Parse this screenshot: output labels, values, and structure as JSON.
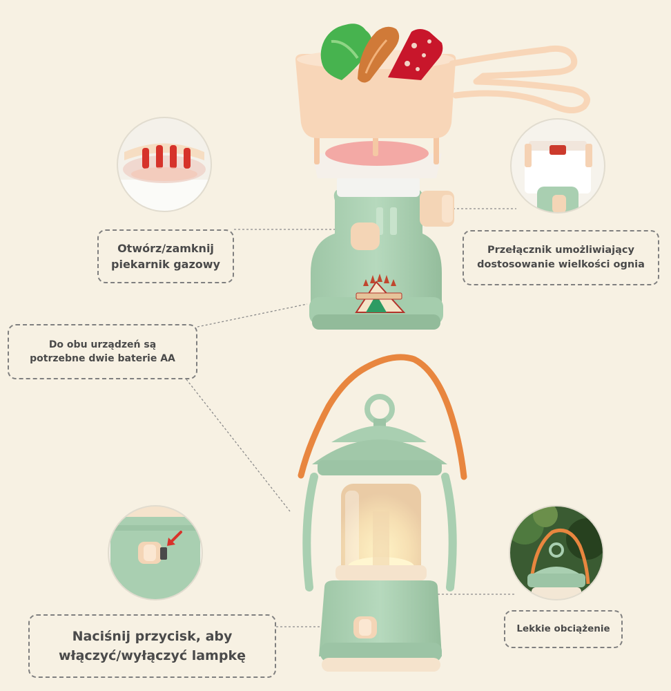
{
  "callouts": {
    "gas_stove": {
      "line1": "Otwórz/zamknij",
      "line2": "piekarnik gazowy"
    },
    "flame_switch": {
      "line1": "Przełącznik umożliwiający",
      "line2": "dostosowanie wielkości ognia"
    },
    "batteries": {
      "line1": "Do obu urządzeń są",
      "line2": "potrzebne dwie baterie AA"
    },
    "lamp_button": {
      "line1": "Naciśnij przycisk, aby",
      "line2": "włączyć/wyłączyć lampkę"
    },
    "light_weight": {
      "line1": "Lekkie obciążenie"
    }
  },
  "colors": {
    "background": "#f7f1e3",
    "product_green": "#a9cfb1",
    "product_cream": "#f8dcc3",
    "handle_orange": "#e8863f",
    "callout_text": "#4a4a4a",
    "dashed_border": "#7f7f7f"
  },
  "icons": [
    "camp-logo-emblem",
    "red-arrow-indicator"
  ]
}
